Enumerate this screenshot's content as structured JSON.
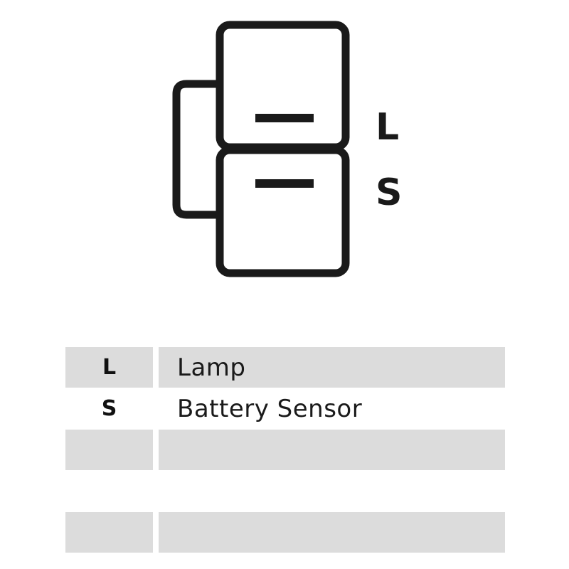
{
  "diagram": {
    "pin_labels": [
      "L",
      "S"
    ]
  },
  "legend": {
    "rows": [
      {
        "code": "L",
        "description": "Lamp"
      },
      {
        "code": "S",
        "description": "Battery Sensor"
      },
      {
        "code": "",
        "description": ""
      },
      {
        "code": "",
        "description": ""
      }
    ]
  }
}
